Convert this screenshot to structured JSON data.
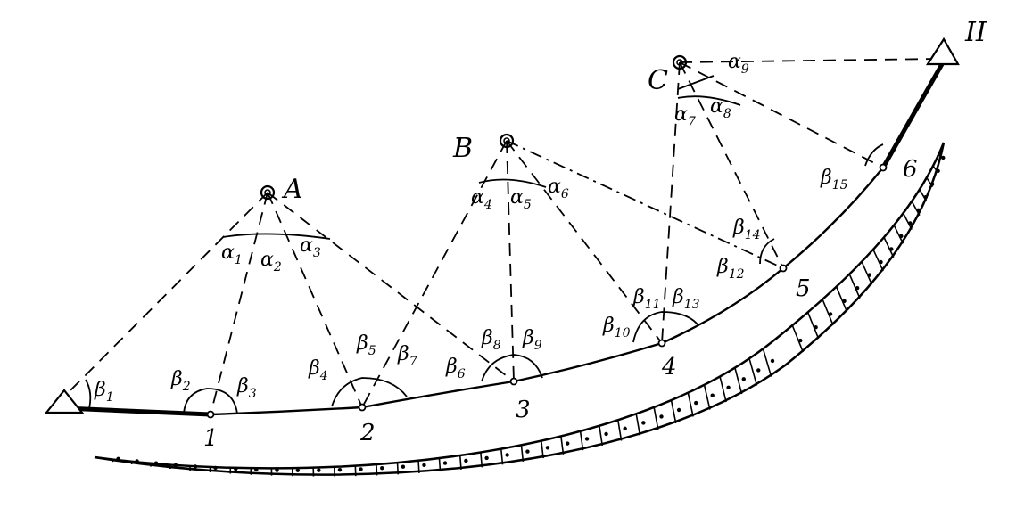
{
  "control_points": [
    {
      "label": "A"
    },
    {
      "label": "B"
    },
    {
      "label": "C"
    }
  ],
  "traverse_points": [
    "1",
    "2",
    "3",
    "4",
    "5",
    "6"
  ],
  "known_point": {
    "label": "II"
  },
  "alpha_angles": [
    {
      "sym": "α",
      "sub": "1"
    },
    {
      "sym": "α",
      "sub": "2"
    },
    {
      "sym": "α",
      "sub": "3"
    },
    {
      "sym": "α",
      "sub": "4"
    },
    {
      "sym": "α",
      "sub": "5"
    },
    {
      "sym": "α",
      "sub": "6"
    },
    {
      "sym": "α",
      "sub": "7"
    },
    {
      "sym": "α",
      "sub": "8"
    },
    {
      "sym": "α",
      "sub": "9"
    }
  ],
  "beta_angles": [
    {
      "sym": "β",
      "sub": "1"
    },
    {
      "sym": "β",
      "sub": "2"
    },
    {
      "sym": "β",
      "sub": "3"
    },
    {
      "sym": "β",
      "sub": "4"
    },
    {
      "sym": "β",
      "sub": "5"
    },
    {
      "sym": "β",
      "sub": "7"
    },
    {
      "sym": "β",
      "sub": "6"
    },
    {
      "sym": "β",
      "sub": "8"
    },
    {
      "sym": "β",
      "sub": "9"
    },
    {
      "sym": "β",
      "sub": "10"
    },
    {
      "sym": "β",
      "sub": "11"
    },
    {
      "sym": "β",
      "sub": "13"
    },
    {
      "sym": "β",
      "sub": "12"
    },
    {
      "sym": "β",
      "sub": "14"
    },
    {
      "sym": "β",
      "sub": "15"
    }
  ]
}
